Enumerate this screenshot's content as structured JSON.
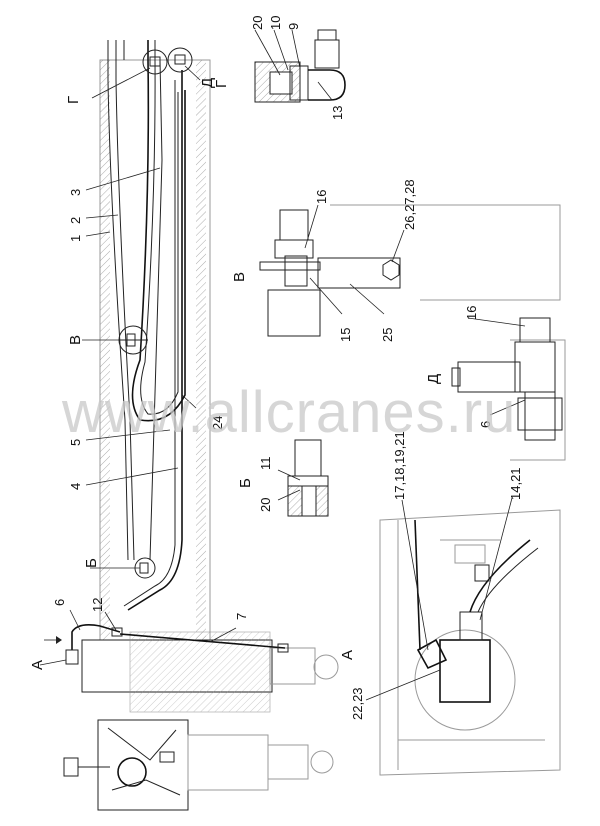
{
  "labels": {
    "g_left": "Г",
    "d_top": "Д",
    "g_top": "Г",
    "n3": "3",
    "n2": "2",
    "n1": "1",
    "v_left": "В",
    "n5": "5",
    "n24": "24",
    "n4": "4",
    "b_left": "Б",
    "n6": "6",
    "n12": "12",
    "n7": "7",
    "a_arrow": "А",
    "detail_g": {
      "n20": "20",
      "n10": "10",
      "n9": "9",
      "n13": "13"
    },
    "detail_v": {
      "n16": "16",
      "n26": "26,27,28",
      "v_title": "В",
      "n15": "15",
      "n25": "25"
    },
    "detail_d": {
      "n16": "16",
      "d_title": "Д",
      "n6": "6"
    },
    "detail_b": {
      "n11": "11",
      "b_title": "Б",
      "n20": "20"
    },
    "detail_a": {
      "n17": "17,18,19,21",
      "n14": "14,21",
      "a_title": "А",
      "n22": "22,23"
    }
  },
  "watermark": "www.allcranes.ru"
}
